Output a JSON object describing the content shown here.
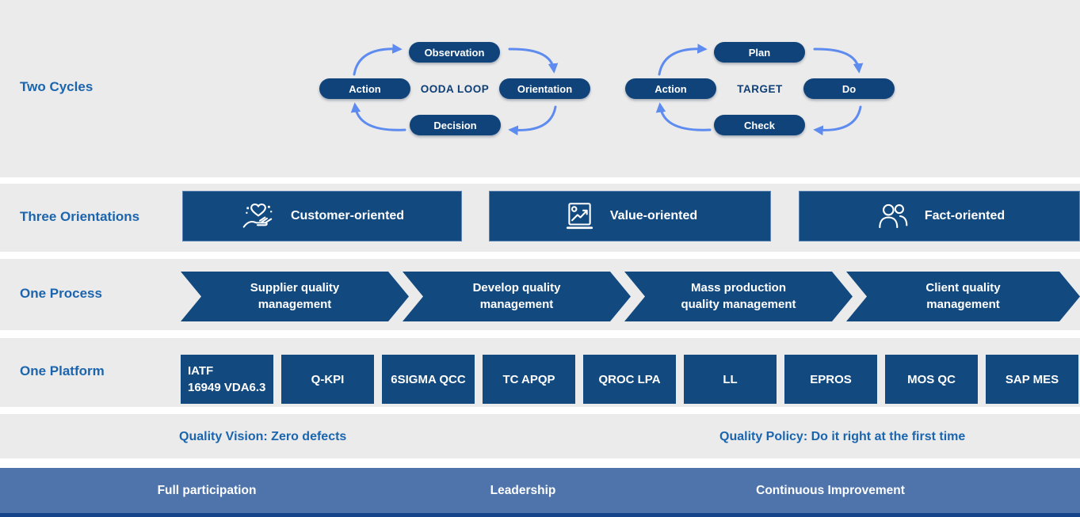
{
  "colors": {
    "band_bg": "#ebebeb",
    "box_blue": "#124a80",
    "pill_blue": "#0f4379",
    "label_blue": "#1b65ae",
    "cycle_arrow_blue": "#5e8bef",
    "footer_bar_blue": "#4e74ab",
    "footer_strip_blue": "#16448a",
    "text_on_blue": "#ffffff"
  },
  "two_cycles": {
    "label": "Two Cycles",
    "ooda": {
      "center": "OODA LOOP",
      "top": "Observation",
      "right": "Orientation",
      "bottom": "Decision",
      "left": "Action"
    },
    "pdca": {
      "center": "TARGET",
      "top": "Plan",
      "right": "Do",
      "bottom": "Check",
      "left": "Action"
    }
  },
  "three_orientations": {
    "label": "Three Orientations",
    "items": [
      {
        "icon": "hand-heart-icon",
        "label": "Customer-oriented"
      },
      {
        "icon": "chart-board-icon",
        "label": "Value-oriented"
      },
      {
        "icon": "people-icon",
        "label": "Fact-oriented"
      }
    ]
  },
  "one_process": {
    "label": "One Process",
    "steps": [
      {
        "text": "Supplier quality\nmanagement"
      },
      {
        "text": "Develop quality\nmanagement"
      },
      {
        "text": "Mass production\nquality management"
      },
      {
        "text": "Client quality\nmanagement"
      }
    ]
  },
  "one_platform": {
    "label": "One Platform",
    "items": [
      {
        "text": "IATF\n16949 VDA6.3"
      },
      {
        "text": "Q-KPI"
      },
      {
        "text": "6SIGMA QCC"
      },
      {
        "text": "TC APQP"
      },
      {
        "text": "QROC LPA"
      },
      {
        "text": "LL"
      },
      {
        "text": "EPROS"
      },
      {
        "text": "MOS QC"
      },
      {
        "text": "SAP MES"
      }
    ]
  },
  "statements": {
    "vision": "Quality Vision: Zero defects",
    "policy": "Quality Policy: Do it right at the first time"
  },
  "footer": {
    "items": [
      {
        "text": "Full participation"
      },
      {
        "text": "Leadership"
      },
      {
        "text": "Continuous Improvement"
      }
    ]
  }
}
